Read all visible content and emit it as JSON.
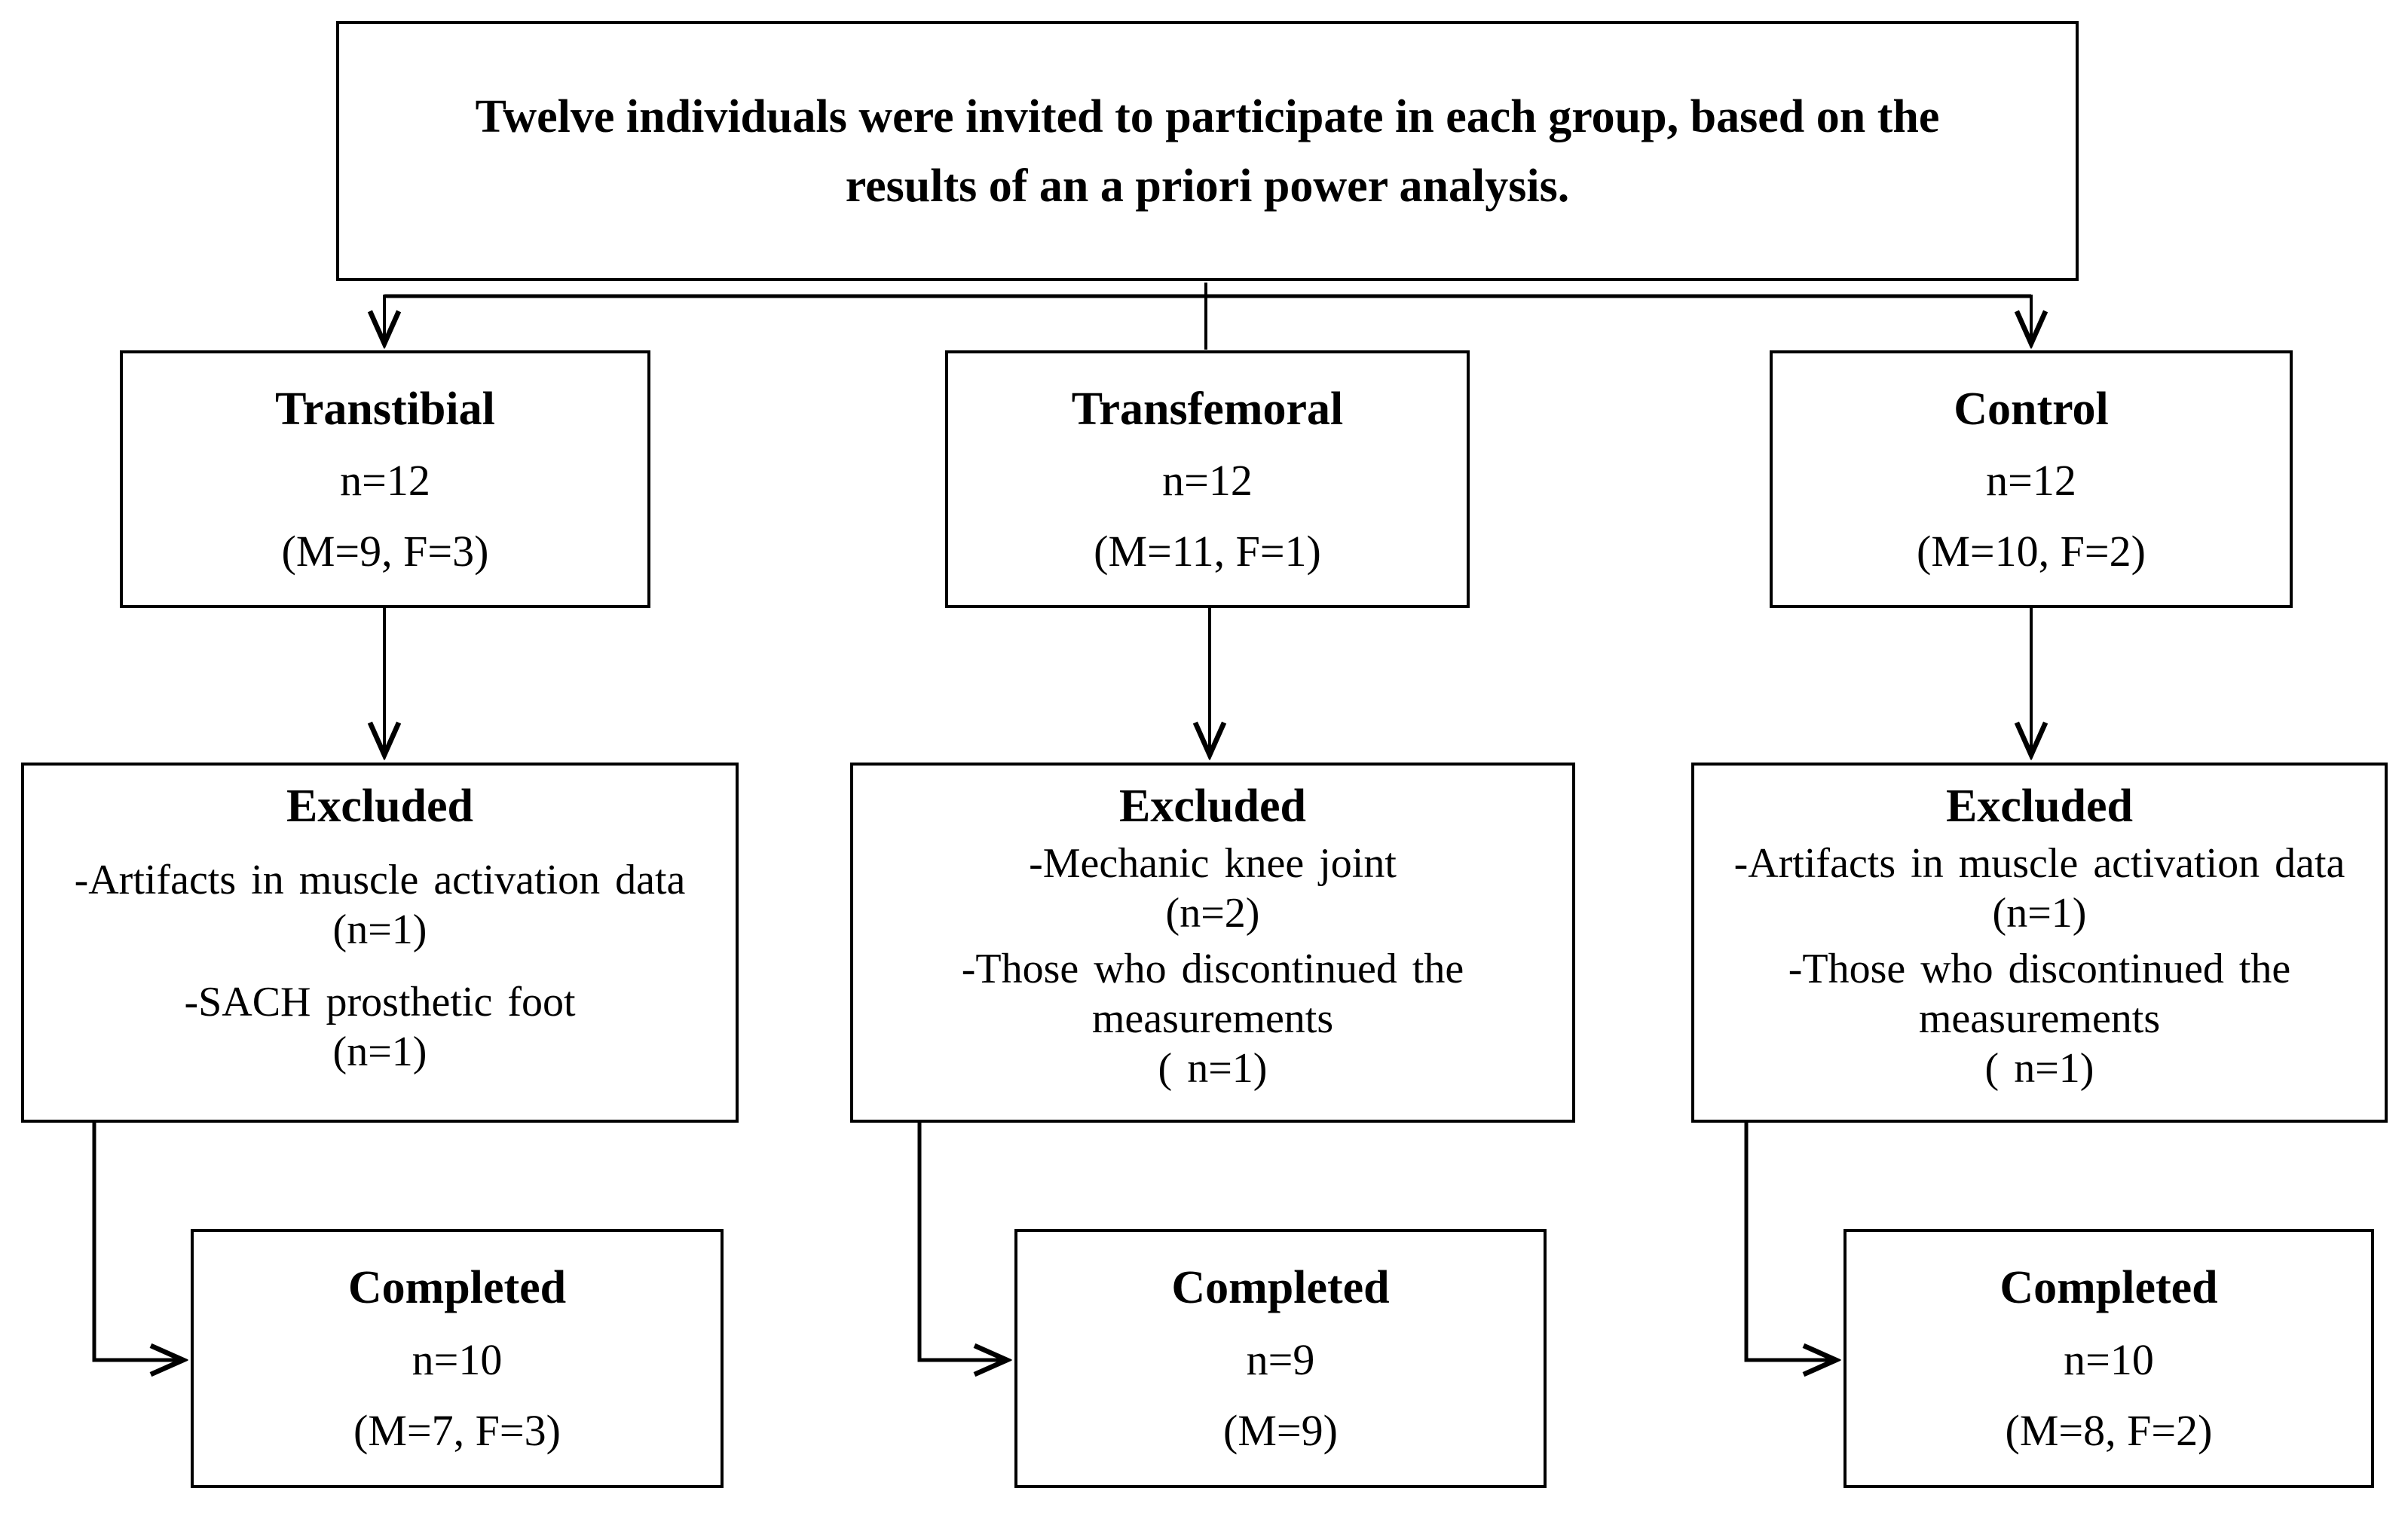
{
  "figure": {
    "background": "#ffffff",
    "line_color": "#000000",
    "top_box": {
      "lines": [
        "Twelve individuals were invited to participate in each group, based on the",
        "results of an a priori power analysis."
      ]
    },
    "columns": [
      {
        "id": "transtibial",
        "group": {
          "title": "Transtibial",
          "n": "n=12",
          "sex": "(M=9, F=3)"
        },
        "excluded": {
          "title": "Excluded",
          "items": [
            {
              "lines": [
                "-Artifacts in muscle activation data"
              ],
              "n": "(n=1)"
            },
            {
              "lines": [
                "-SACH prosthetic foot"
              ],
              "n": "(n=1)"
            }
          ]
        },
        "completed": {
          "title": "Completed",
          "n": "n=10",
          "sex": "(M=7, F=3)"
        }
      },
      {
        "id": "transfemoral",
        "group": {
          "title": "Transfemoral",
          "n": "n=12",
          "sex": "(M=11, F=1)"
        },
        "excluded": {
          "title": "Excluded",
          "items": [
            {
              "lines": [
                "-Mechanic knee joint"
              ],
              "n": "(n=2)"
            },
            {
              "lines": [
                "-Those who discontinued the",
                "measurements"
              ],
              "n": "( n=1)"
            }
          ]
        },
        "completed": {
          "title": "Completed",
          "n": "n=9",
          "sex": "(M=9)"
        }
      },
      {
        "id": "control",
        "group": {
          "title": "Control",
          "n": "n=12",
          "sex": "(M=10, F=2)"
        },
        "excluded": {
          "title": "Excluded",
          "items": [
            {
              "lines": [
                "-Artifacts in muscle activation data"
              ],
              "n": "(n=1)"
            },
            {
              "lines": [
                "-Those who discontinued the",
                "measurements"
              ],
              "n": "( n=1)"
            }
          ]
        },
        "completed": {
          "title": "Completed",
          "n": "n=10",
          "sex": "(M=8, F=2)"
        }
      }
    ]
  }
}
